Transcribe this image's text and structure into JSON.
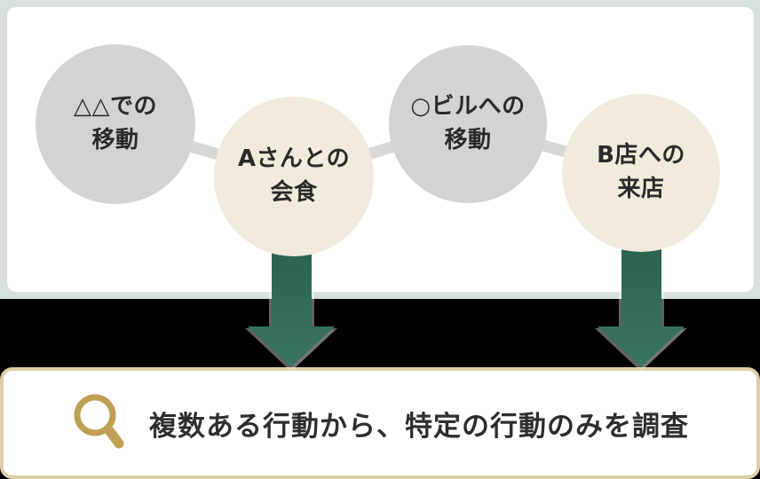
{
  "diagram": {
    "steps": [
      {
        "line1": "△△での",
        "line2": "移動",
        "variant": "gray",
        "highlighted": false
      },
      {
        "line1": "Aさんとの",
        "line2": "会食",
        "variant": "cream",
        "highlighted": true
      },
      {
        "line1": "○ビルへの",
        "line2": "移動",
        "variant": "gray",
        "highlighted": false
      },
      {
        "line1": "B店への",
        "line2": "来店",
        "variant": "cream",
        "highlighted": true
      }
    ]
  },
  "caption": {
    "icon": "magnifier-icon",
    "text": "複数ある行動から、特定の行動のみを調査"
  },
  "colors": {
    "panel_sage": "#d8e1db",
    "card_white": "#ffffff",
    "circle_gray": "#d2d3d5",
    "circle_cream": "#f0ebdc",
    "connector_gray": "#d8d8d8",
    "arrow_green": "#316a57",
    "gap_black": "#000000",
    "bar_border_tan": "#ddd0a8",
    "icon_gold": "#bfa055",
    "text_dark": "#2a2a2a"
  }
}
